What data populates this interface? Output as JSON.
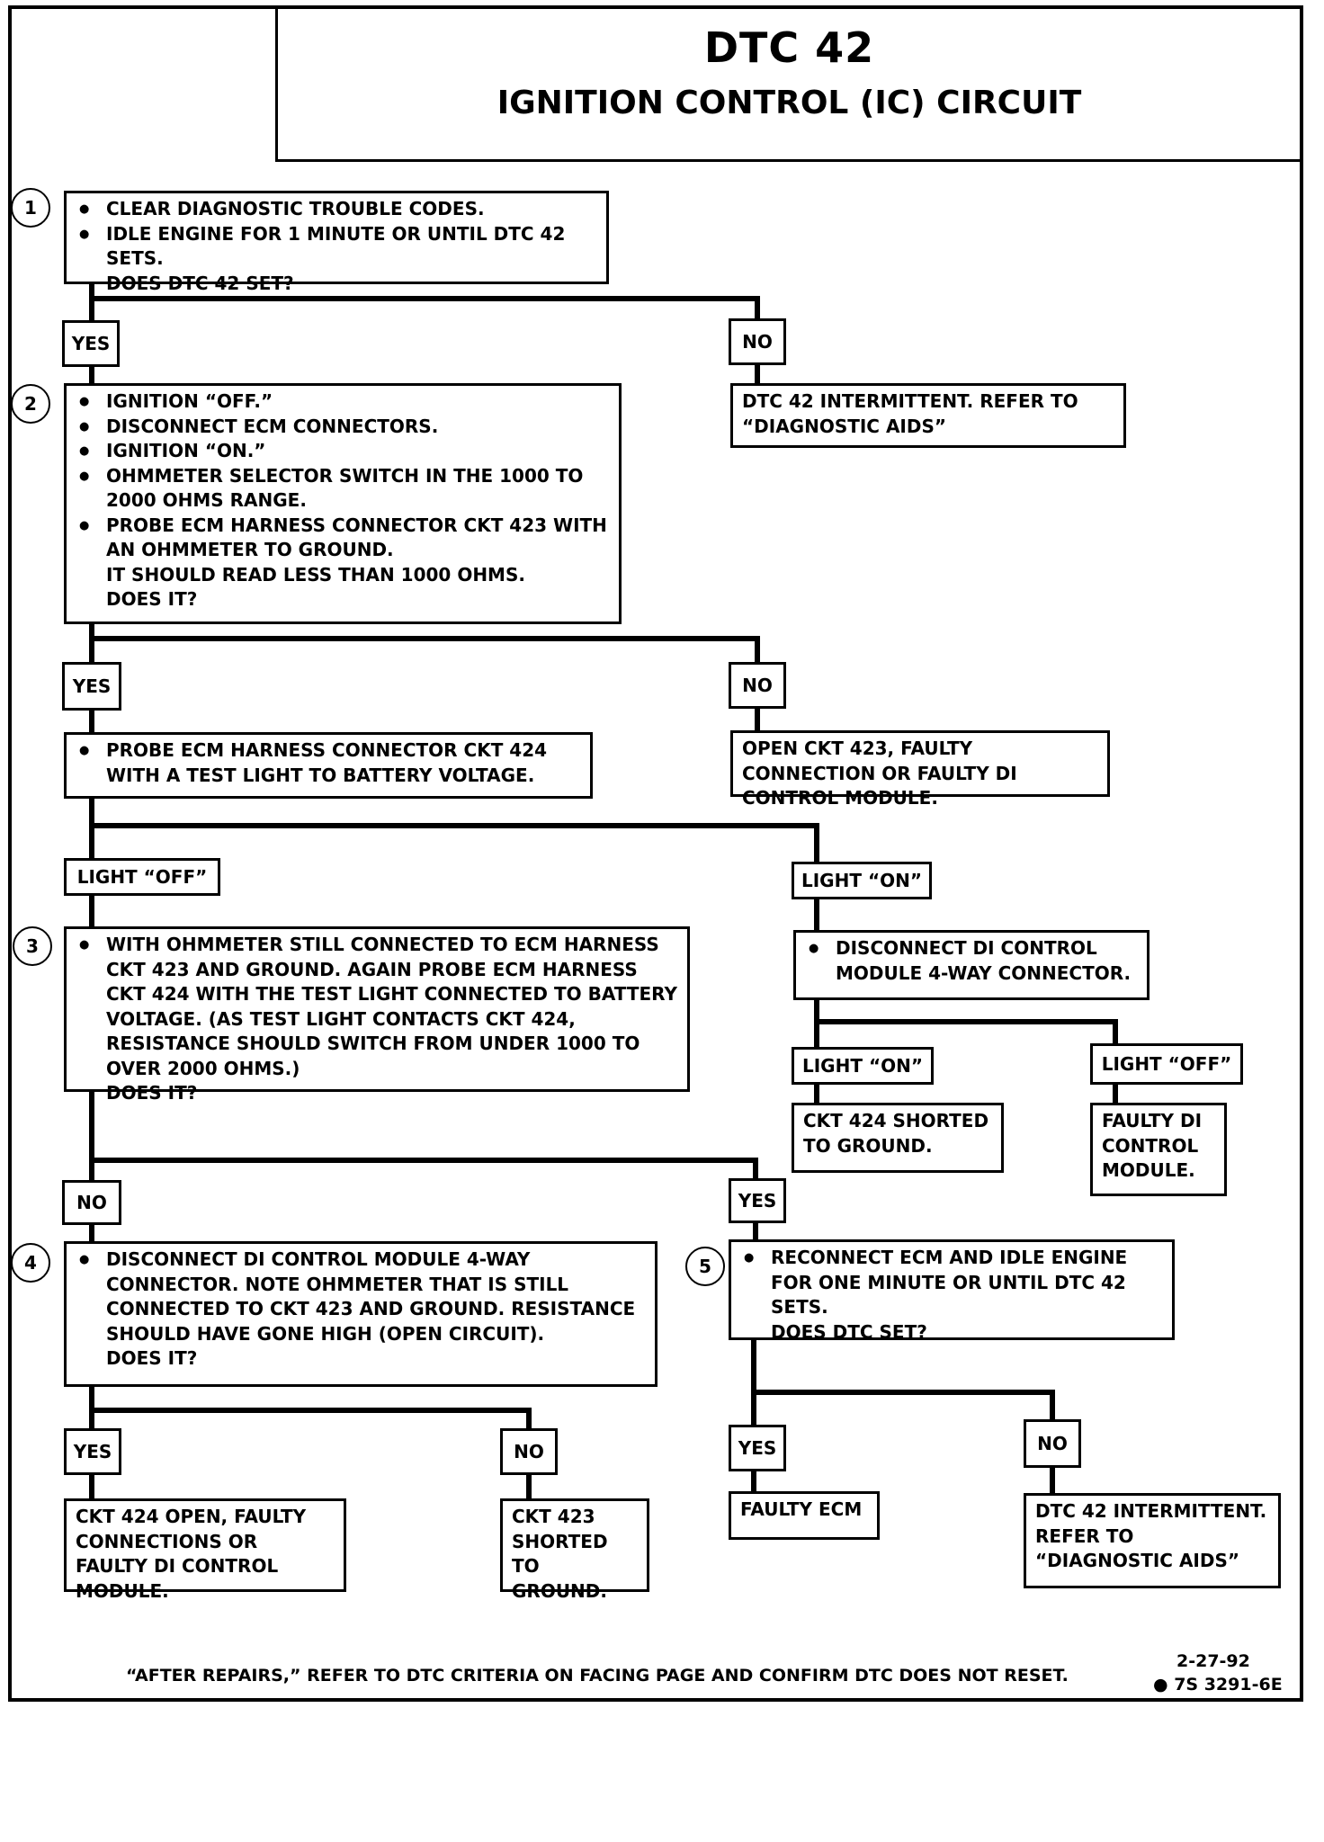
{
  "title": "DTC 42",
  "subtitle": "IGNITION CONTROL (IC) CIRCUIT",
  "steps": {
    "s1": "1",
    "s2": "2",
    "s3": "3",
    "s4": "4",
    "s5": "5"
  },
  "boxes": {
    "b1": {
      "bullets": [
        "CLEAR DIAGNOSTIC TROUBLE CODES.",
        "IDLE ENGINE FOR 1 MINUTE OR UNTIL DTC 42 SETS."
      ],
      "question": "DOES DTC 42 SET?"
    },
    "b2": {
      "bullets": [
        "IGNITION “OFF.”",
        "DISCONNECT ECM CONNECTORS.",
        "IGNITION “ON.”",
        "OHMMETER SELECTOR SWITCH IN THE 1000 TO 2000 OHMS RANGE.",
        "PROBE ECM HARNESS CONNECTOR CKT 423  WITH AN OHMMETER TO GROUND."
      ],
      "note": "IT SHOULD READ LESS THAN 1000 OHMS.",
      "question": "DOES IT?"
    },
    "n1": "DTC 42 INTERMITTENT.  REFER TO “DIAGNOSTIC AIDS”",
    "b_probe": {
      "bullets": [
        "PROBE ECM HARNESS CONNECTOR CKT 424 WITH A TEST LIGHT TO BATTERY VOLTAGE."
      ]
    },
    "n2": "OPEN CKT 423, FAULTY CONNECTION OR FAULTY DI CONTROL MODULE.",
    "b3": {
      "bullets": [
        "WITH OHMMETER STILL CONNECTED TO ECM HARNESS CKT 423 AND GROUND.  AGAIN PROBE ECM HARNESS CKT 424 WITH THE TEST LIGHT CONNECTED TO BATTERY VOLTAGE. (AS TEST LIGHT CONTACTS CKT 424, RESISTANCE SHOULD SWITCH FROM UNDER 1000 TO OVER 2000 OHMS.)"
      ],
      "question": "DOES IT?"
    },
    "b_disc": {
      "bullets": [
        "DISCONNECT DI CONTROL MODULE 4-WAY CONNECTOR."
      ]
    },
    "r_short": "CKT 424  SHORTED TO GROUND.",
    "r_faulty_di": "FAULTY DI CONTROL MODULE.",
    "b4": {
      "bullets": [
        "DISCONNECT DI CONTROL MODULE 4-WAY CONNECTOR. NOTE OHMMETER THAT IS STILL CONNECTED TO CKT 423 AND GROUND. RESISTANCE SHOULD HAVE GONE HIGH (OPEN CIRCUIT)."
      ],
      "question": "DOES IT?"
    },
    "b5": {
      "bullets": [
        "RECONNECT ECM AND IDLE ENGINE FOR ONE MINUTE OR UNTIL DTC 42 SETS."
      ],
      "question": "DOES DTC SET?"
    },
    "r_open424": "CKT 424 OPEN, FAULTY CONNECTIONS OR FAULTY DI CONTROL MODULE.",
    "r_short423": "CKT 423 SHORTED TO GROUND.",
    "r_faulty_ecm": "FAULTY ECM",
    "r_intermittent": "DTC 42 INTERMITTENT. REFER TO “DIAGNOSTIC AIDS”"
  },
  "labels": {
    "yes": "YES",
    "no": "NO",
    "light_off": "LIGHT “OFF”",
    "light_on": "LIGHT “ON”"
  },
  "footer": {
    "note": "“AFTER REPAIRS,” REFER TO DTC CRITERIA ON FACING PAGE AND CONFIRM DTC DOES NOT RESET.",
    "date": "2-27-92",
    "code": "● 7S 3291-6E"
  }
}
